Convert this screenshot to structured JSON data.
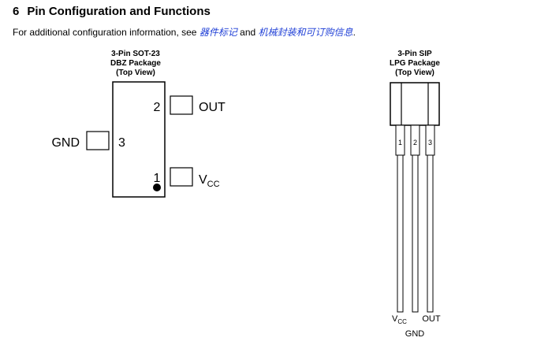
{
  "section": {
    "number": "6",
    "title": "Pin Configuration and Functions",
    "intro_prefix": "For additional configuration information, see",
    "link1": "器件标记",
    "and_word": "and",
    "link2": "机械封装和可订购信息",
    "intro_suffix": "."
  },
  "dbz": {
    "caption_line1": "3-Pin SOT-23",
    "caption_line2": "DBZ Package",
    "caption_line3": "(Top View)",
    "pins": [
      {
        "number": "1",
        "name_main": "V",
        "name_sub": "CC"
      },
      {
        "number": "2",
        "name": "OUT"
      },
      {
        "number": "3",
        "name": "GND"
      }
    ]
  },
  "lpg": {
    "caption_line1": "3-Pin SIP",
    "caption_line2": "LPG Package",
    "caption_line3": "(Top View)",
    "pin_numbers": [
      "1",
      "2",
      "3"
    ],
    "vcc_main": "V",
    "vcc_sub": "CC",
    "out_label": "OUT",
    "gnd_label": "GND"
  }
}
